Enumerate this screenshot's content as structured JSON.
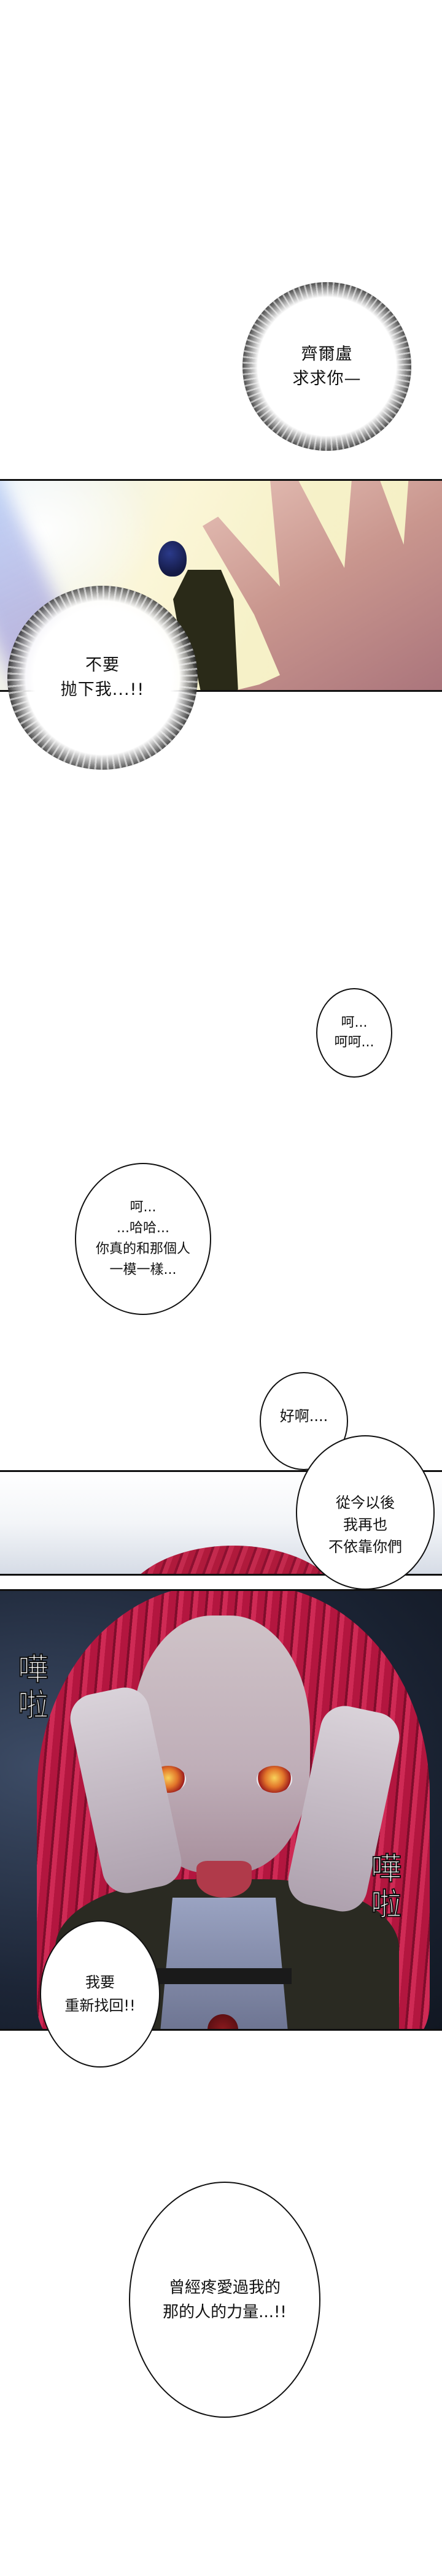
{
  "comic": {
    "bubbles": {
      "burst_plea": {
        "lines": [
          "齊爾盧",
          "求求你—"
        ]
      },
      "burst_dont_leave": {
        "lines": [
          "不要",
          "抛下我...!!"
        ]
      },
      "heh": {
        "lines": [
          "呵...",
          "呵呵..."
        ]
      },
      "haha": {
        "lines": [
          "呵...",
          "...哈哈...",
          "你真的和那個人",
          "一模一樣..."
        ]
      },
      "okay": {
        "lines": [
          "好啊...."
        ]
      },
      "never_again": {
        "lines": [
          "從今以後",
          "我再也",
          "不依靠你們"
        ]
      },
      "reclaim": {
        "lines": [
          "我要",
          "重新找回!!"
        ]
      },
      "power": {
        "lines": [
          "曾經疼愛過我的",
          "那的人的力量...!!"
        ]
      }
    },
    "sound_effects": {
      "left": "嘩啦",
      "right": "嘩啦"
    },
    "colors": {
      "hair_red": "#b3163f",
      "background_dark": "#1c2536",
      "panel_border": "#111111",
      "hand_skin": "#c9968e",
      "light_yellow": "#f6f1c8"
    }
  }
}
